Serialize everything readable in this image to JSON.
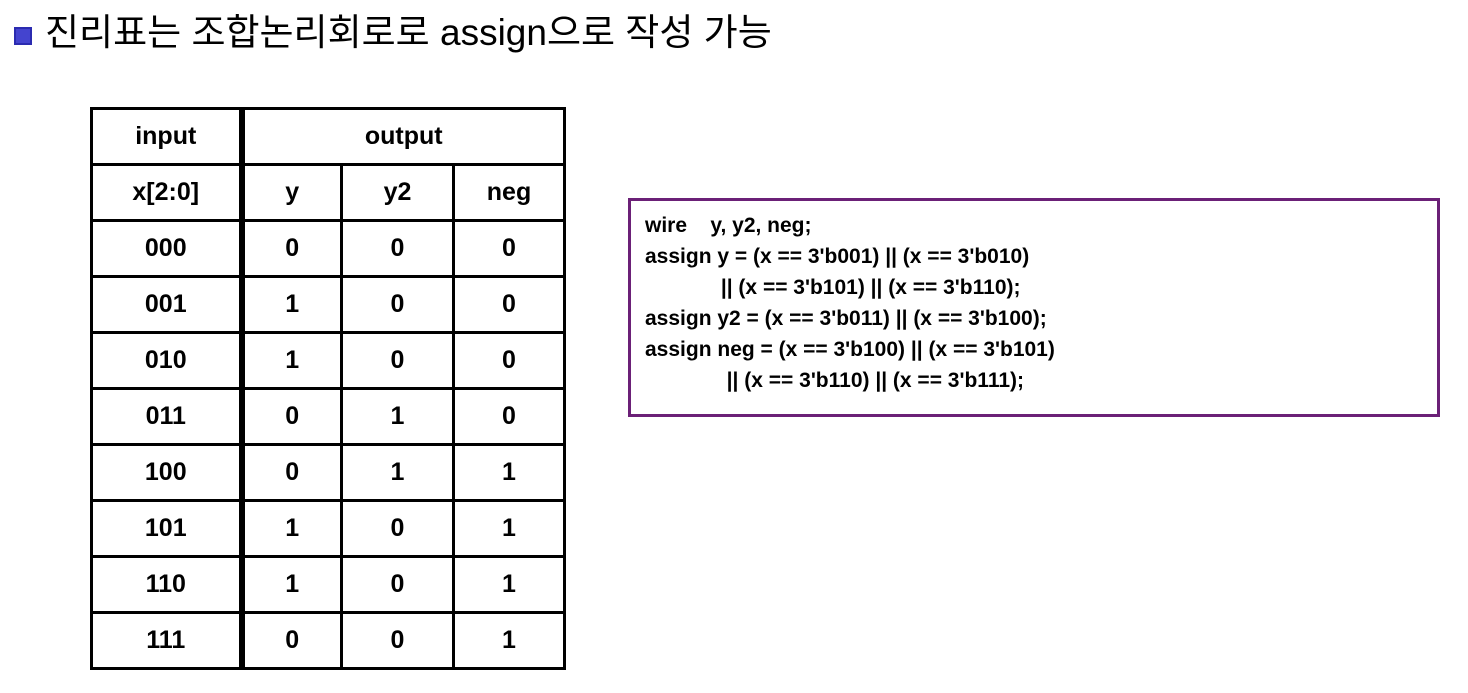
{
  "title": {
    "text": "진리표는 조합논리회로로 assign으로 작성 가능",
    "bullet_color": "#4444cf"
  },
  "truth_table": {
    "group_headers": {
      "input": "input",
      "output": "output"
    },
    "columns": [
      "x[2:0]",
      "y",
      "y2",
      "neg"
    ],
    "rows": [
      [
        "000",
        "0",
        "0",
        "0"
      ],
      [
        "001",
        "1",
        "0",
        "0"
      ],
      [
        "010",
        "1",
        "0",
        "0"
      ],
      [
        "011",
        "0",
        "1",
        "0"
      ],
      [
        "100",
        "0",
        "1",
        "1"
      ],
      [
        "101",
        "1",
        "0",
        "1"
      ],
      [
        "110",
        "1",
        "0",
        "1"
      ],
      [
        "111",
        "0",
        "0",
        "1"
      ]
    ]
  },
  "code_box": {
    "border_color": "#6b2077",
    "lines": [
      "wire    y, y2, neg;",
      "assign y = (x == 3'b001) || (x == 3'b010)",
      "             || (x == 3'b101) || (x == 3'b110);",
      "assign y2 = (x == 3'b011) || (x == 3'b100);",
      "assign neg = (x == 3'b100) || (x == 3'b101)",
      "              || (x == 3'b110) || (x == 3'b111);"
    ]
  }
}
